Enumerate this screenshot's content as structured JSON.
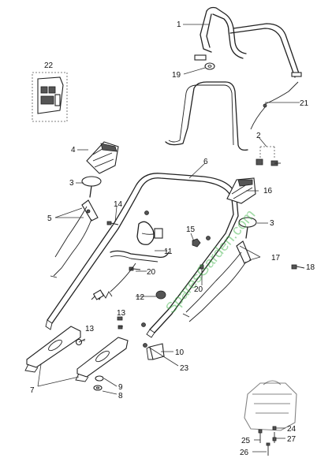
{
  "watermark": "SparesGarden.com",
  "callouts": {
    "c1": "1",
    "c2": "2",
    "c3a": "3",
    "c3b": "3",
    "c4": "4",
    "c5": "5",
    "c6": "6",
    "c7": "7",
    "c8": "8",
    "c9": "9",
    "c10": "10",
    "c11": "11",
    "c12": "12",
    "c13a": "13",
    "c13b": "13",
    "c14": "14",
    "c15": "15",
    "c16": "16",
    "c17": "17",
    "c18": "18",
    "c19": "19",
    "c20a": "20",
    "c20b": "20",
    "c21": "21",
    "c22": "22",
    "c23": "23",
    "c24": "24",
    "c25": "25",
    "c26": "26",
    "c27": "27"
  }
}
